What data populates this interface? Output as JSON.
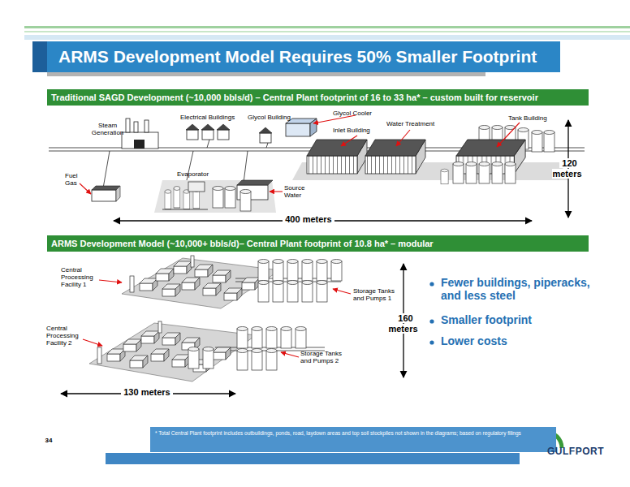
{
  "diagram": {
    "title": "ARMS Development Model Requires 50% Smaller Footprint",
    "nodes": [
      {
        "text": [
          "Traditional SAGD Development (~10,000 bbls/d) – Central Plant footprint of 16 to 33 ha* – custom built for reservoir"
        ]
      },
      {
        "text": [
          "ARMS Development Model (~10,000+ bbls/d)– Central Plant footprint of 10.8 ha* – modular"
        ]
      },
      {
        "text": [
          "* Total Central Plant footprint includes outbuildings, ponds, road, laydown areas and top soil stockpiles not shown in the diagrams; based on regulatory filings"
        ]
      }
    ],
    "labels": [
      "Steam Generation",
      "Electrical Buildings",
      "Glycol Building",
      "Glycol Cooler",
      "Inlet Building",
      "Water Treatment",
      "Tank Building",
      "Fuel Gas",
      "Evaporator",
      "Source Water",
      "120 meters",
      "400 meters",
      "Central Processing Facility 1",
      "Storage Tanks and Pumps 1",
      "160 meters",
      "Central Processing Facility 2",
      "Storage Tanks and Pumps 2",
      "130 meters",
      "Fewer buildings, piperacks, and less steel",
      "Smaller footprint",
      "Lower costs",
      "34",
      "GULFPORT"
    ]
  }
}
